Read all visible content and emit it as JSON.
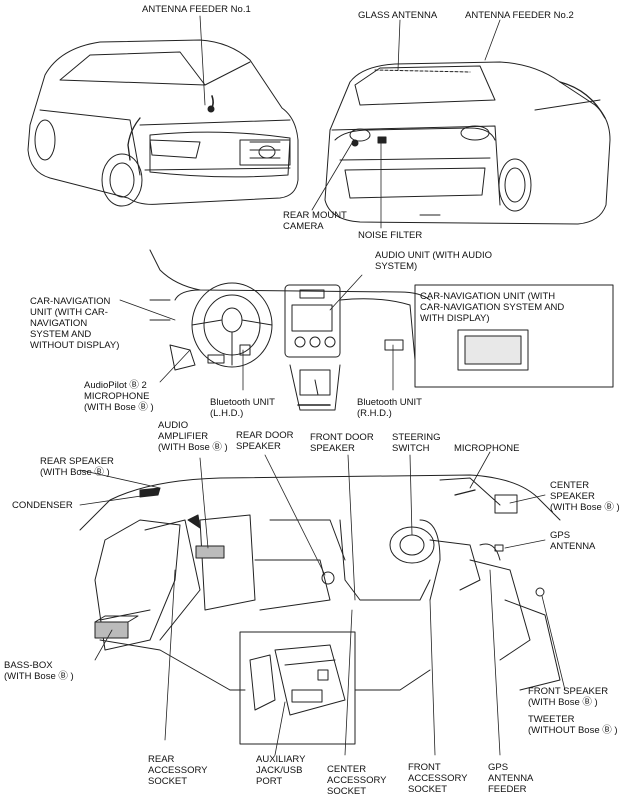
{
  "labels": {
    "antenna_feeder_1": "ANTENNA FEEDER No.1",
    "glass_antenna": "GLASS ANTENNA",
    "antenna_feeder_2": "ANTENNA FEEDER No.2",
    "rear_mount_camera": [
      "REAR MOUNT",
      "CAMERA"
    ],
    "noise_filter": "NOISE FILTER",
    "audio_unit": [
      "AUDIO UNIT (WITH AUDIO",
      "SYSTEM)"
    ],
    "car_nav_unit_left": [
      "CAR-NAVIGATION",
      "UNIT (WITH CAR-",
      "NAVIGATION",
      "SYSTEM AND",
      "WITHOUT DISPLAY)"
    ],
    "car_nav_unit_right": [
      "CAR-NAVIGATION UNIT (WITH",
      "CAR-NAVIGATION SYSTEM AND",
      "WITH DISPLAY)"
    ],
    "audiopilot_mic": [
      "AudioPilot Ⓑ 2",
      "MICROPHONE",
      "(WITH Bose Ⓑ )"
    ],
    "bluetooth_lhd": [
      "Bluetooth UNIT",
      "(L.H.D.)"
    ],
    "bluetooth_rhd": [
      "Bluetooth UNIT",
      "(R.H.D.)"
    ],
    "audio_amplifier": [
      "AUDIO",
      "AMPLIFIER",
      "(WITH Bose Ⓑ )"
    ],
    "rear_door_speaker": [
      "REAR DOOR",
      "SPEAKER"
    ],
    "front_door_speaker": [
      "FRONT DOOR",
      "SPEAKER"
    ],
    "steering_switch": [
      "STEERING",
      "SWITCH"
    ],
    "microphone": "MICROPHONE",
    "rear_speaker": [
      "REAR SPEAKER",
      "(WITH Bose Ⓑ )"
    ],
    "condenser": "CONDENSER",
    "center_speaker": [
      "CENTER",
      "SPEAKER",
      "(WITH Bose Ⓑ )"
    ],
    "gps_antenna": [
      "GPS",
      "ANTENNA"
    ],
    "bass_box": [
      "BASS-BOX",
      "(WITH Bose Ⓑ )"
    ],
    "front_speaker": [
      "FRONT SPEAKER",
      "(WITH Bose Ⓑ )"
    ],
    "tweeter": [
      "TWEETER",
      "(WITHOUT Bose Ⓑ )"
    ],
    "rear_accessory_socket": [
      "REAR",
      "ACCESSORY",
      "SOCKET"
    ],
    "auxiliary_jack": [
      "AUXILIARY",
      "JACK/USB",
      "PORT"
    ],
    "center_accessory_socket": [
      "CENTER",
      "ACCESSORY",
      "SOCKET"
    ],
    "front_accessory_socket": [
      "FRONT",
      "ACCESSORY",
      "SOCKET"
    ],
    "gps_antenna_feeder": [
      "GPS",
      "ANTENNA",
      "FEEDER"
    ]
  }
}
